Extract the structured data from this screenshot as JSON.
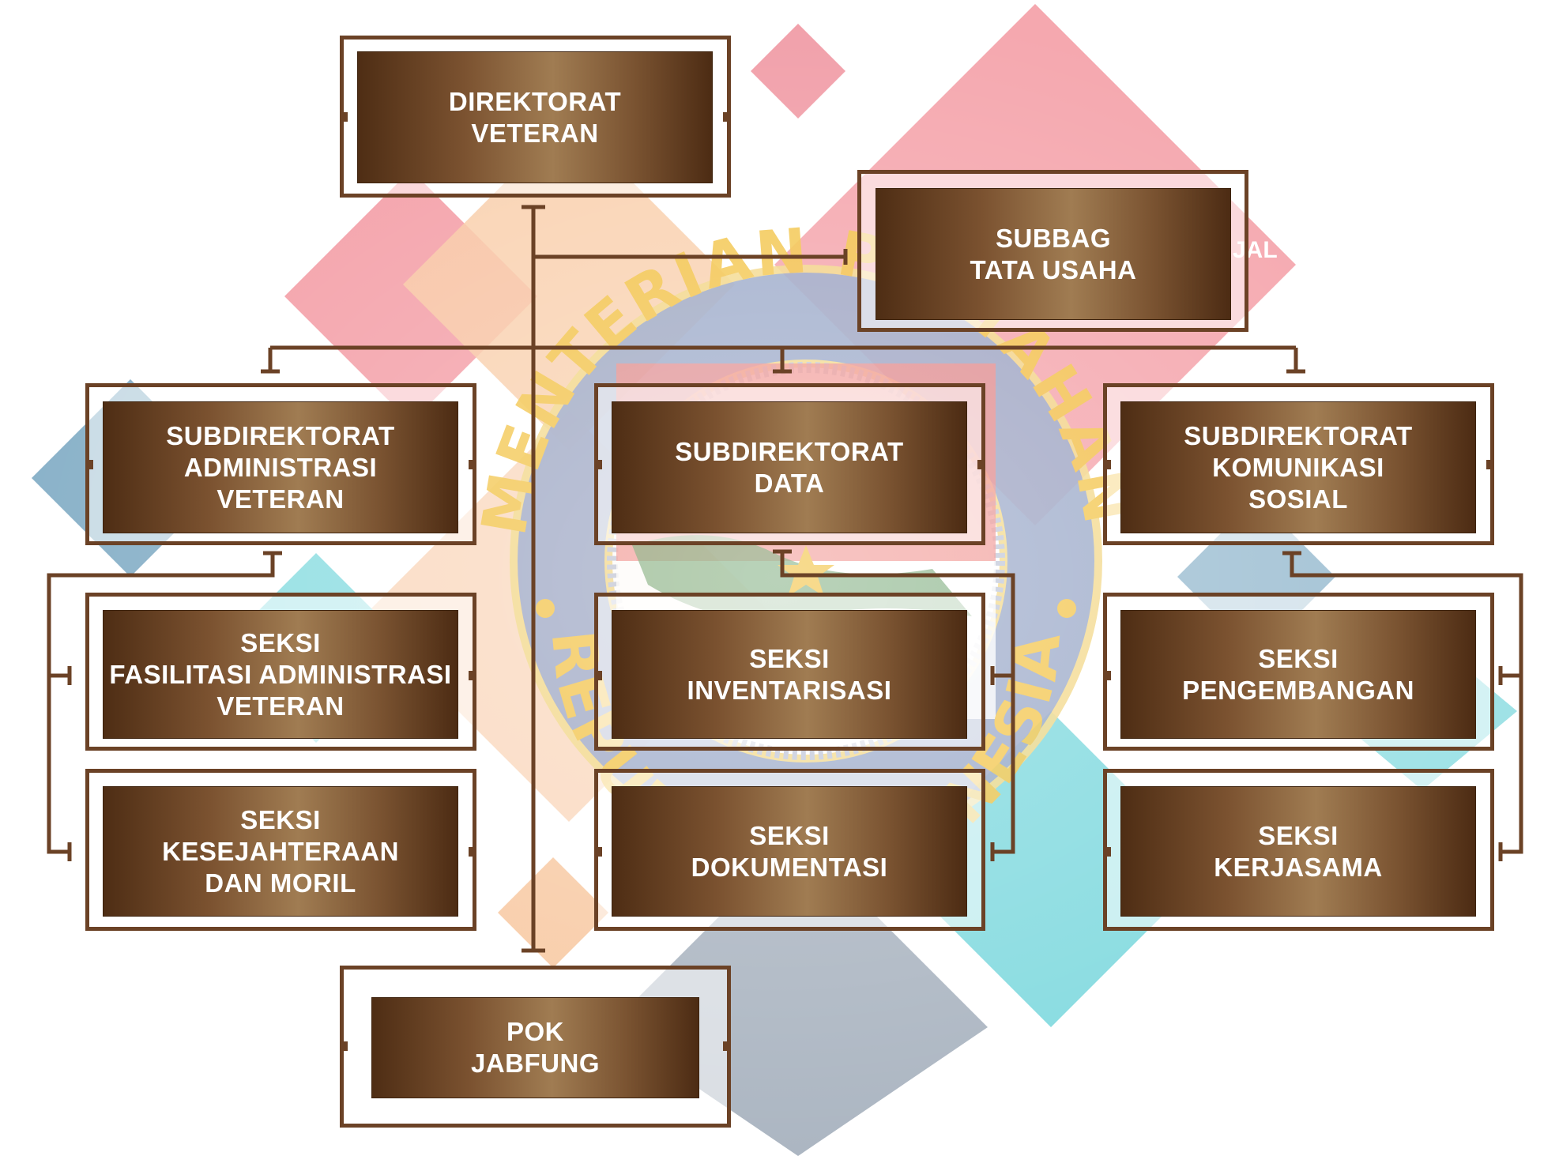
{
  "diagram": {
    "boxes": [
      {
        "id": "direktorat-veteran",
        "lines": [
          "DIREKTORAT",
          "VETERAN"
        ]
      },
      {
        "id": "subbag-tata-usaha",
        "lines": [
          "SUBBAG",
          "TATA USAHA"
        ]
      },
      {
        "id": "subdirektorat-administrasi-veteran",
        "lines": [
          "SUBDIREKTORAT",
          "ADMINISTRASI",
          "VETERAN"
        ]
      },
      {
        "id": "subdirektorat-data",
        "lines": [
          "SUBDIREKTORAT",
          "DATA"
        ]
      },
      {
        "id": "subdirektorat-komunikasi-sosial",
        "lines": [
          "SUBDIREKTORAT",
          "KOMUNIKASI",
          "SOSIAL"
        ]
      },
      {
        "id": "seksi-fasilitasi-administrasi-veteran",
        "lines": [
          "SEKSI",
          "FASILITASI ADMINISTRASI",
          "VETERAN"
        ]
      },
      {
        "id": "seksi-kesejahteraan-dan-moril",
        "lines": [
          "SEKSI",
          "KESEJAHTERAAN",
          "DAN MORIL"
        ]
      },
      {
        "id": "seksi-inventarisasi",
        "lines": [
          "SEKSI",
          "INVENTARISASI"
        ]
      },
      {
        "id": "seksi-dokumentasi",
        "lines": [
          "SEKSI",
          "DOKUMENTASI"
        ]
      },
      {
        "id": "seksi-pengembangan",
        "lines": [
          "SEKSI",
          "PENGEMBANGAN"
        ]
      },
      {
        "id": "seksi-kerjasama",
        "lines": [
          "SEKSI",
          "KERJASAMA"
        ]
      },
      {
        "id": "pok-jabfung",
        "lines": [
          "POK",
          "JABFUNG"
        ]
      }
    ],
    "background_fragment": "JAL"
  },
  "emblem": {
    "top_text": "KEMENTERIAN PERTAHANAN",
    "bottom_text": "REPUBLIK INDONESIA"
  },
  "colors": {
    "box_dark": "#4e2d14",
    "box_light": "#a07c52",
    "connector": "#6b4226",
    "pink": "#f4a3ab",
    "peach": "#f8cba6",
    "teal": "#86dbe0",
    "steel_blue": "#8ab2c9",
    "slate": "#a3aebb",
    "seal_blue": "#9aa8c8",
    "seal_gold": "#f3c54a"
  }
}
